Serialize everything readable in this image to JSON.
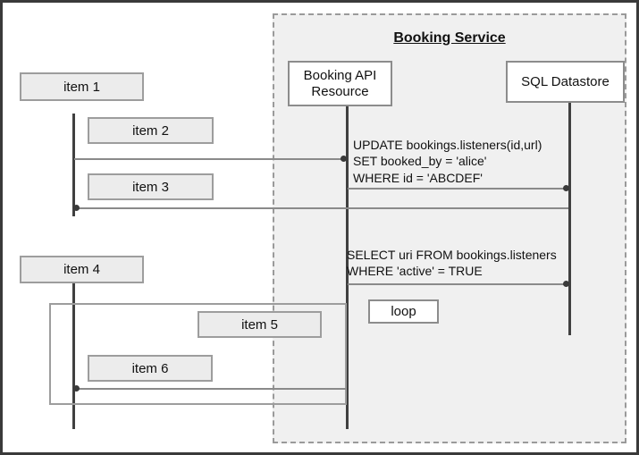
{
  "diagram": {
    "type": "uml-sequence-diagram",
    "boundary": {
      "title": "Booking Service"
    },
    "participants": [
      {
        "id": "booking-api",
        "label": "Booking API\nResource"
      },
      {
        "id": "sql-datastore",
        "label": "SQL Datastore"
      }
    ],
    "items": [
      {
        "id": "item-1",
        "label": "item 1"
      },
      {
        "id": "item-2",
        "label": "item 2"
      },
      {
        "id": "item-3",
        "label": "item 3"
      },
      {
        "id": "item-4",
        "label": "item 4"
      },
      {
        "id": "item-5",
        "label": "item 5"
      },
      {
        "id": "item-6",
        "label": "item 6"
      }
    ],
    "messages": [
      {
        "id": "update-booking",
        "text": "UPDATE bookings.listeners(id,url)\nSET booked_by = 'alice'\nWHERE id = 'ABCDEF'"
      },
      {
        "id": "select-listeners",
        "text": "SELECT uri FROM bookings.listeners\nWHERE 'active' = TRUE"
      }
    ],
    "fragments": [
      {
        "id": "loop-fragment",
        "label": "loop"
      }
    ],
    "colors": {
      "region_fill": "#f0f0f0",
      "region_border": "#9a9a9a",
      "item_fill": "#ececec",
      "item_border": "#9d9d9d",
      "lifeline": "#404040",
      "arrow": "#8a8a8a",
      "text": "#111111",
      "frame_border": "#3a3a3a"
    }
  }
}
